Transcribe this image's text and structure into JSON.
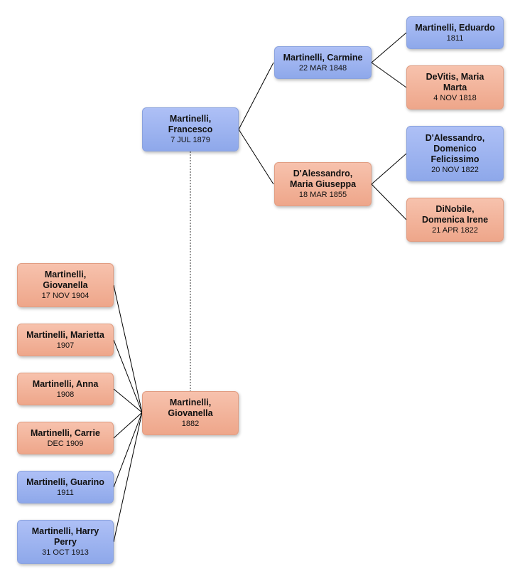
{
  "people": {
    "francesco": {
      "name": "Martinelli, Francesco",
      "date": "7 JUL 1879",
      "sex": "male"
    },
    "carmine": {
      "name": "Martinelli, Carmine",
      "date": "22 MAR 1848",
      "sex": "male"
    },
    "mariag": {
      "name": "D'Alessandro, Maria Giuseppa",
      "date": "18 MAR 1855",
      "sex": "female"
    },
    "eduardo": {
      "name": "Martinelli, Eduardo",
      "date": "1811",
      "sex": "male"
    },
    "devitis": {
      "name": "DeVitis, Maria Marta",
      "date": "4 NOV 1818",
      "sex": "female"
    },
    "domenico": {
      "name": "D'Alessandro, Domenico Felicissimo",
      "date": "20 NOV 1822",
      "sex": "male"
    },
    "dinobile": {
      "name": "DiNobile, Domenica Irene",
      "date": "21 APR 1822",
      "sex": "female"
    },
    "giovanella": {
      "name": "Martinelli, Giovanella",
      "date": "1882",
      "sex": "female"
    },
    "c_giovanella": {
      "name": "Martinelli, Giovanella",
      "date": "17 NOV 1904",
      "sex": "female"
    },
    "c_marietta": {
      "name": "Martinelli, Marietta",
      "date": "1907",
      "sex": "female"
    },
    "c_anna": {
      "name": "Martinelli, Anna",
      "date": "1908",
      "sex": "female"
    },
    "c_carrie": {
      "name": "Martinelli, Carrie",
      "date": "DEC 1909",
      "sex": "female"
    },
    "c_guarino": {
      "name": "Martinelli, Guarino",
      "date": "1911",
      "sex": "male"
    },
    "c_harry": {
      "name": "Martinelli, Harry Perry",
      "date": "31 OCT 1913",
      "sex": "male"
    }
  },
  "colors": {
    "male": "#9db4f0",
    "female": "#f2b39b",
    "line": "#000000",
    "spouse_line": "#555555"
  }
}
